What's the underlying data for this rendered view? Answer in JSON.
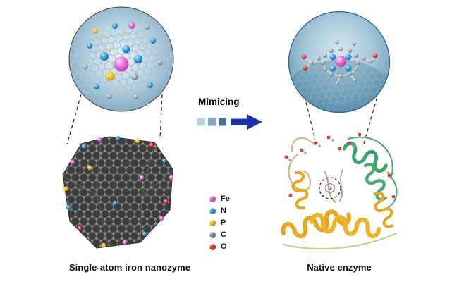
{
  "figure": {
    "type": "scientific-schematic",
    "description_left": "single-atom iron nanozyme with zoomed Fe-N-P site",
    "description_right": "native enzyme protein with zoomed heme site"
  },
  "arrow": {
    "label": "Mimicing",
    "color": "#1b2fa8",
    "gradient_steps": [
      "#b9d3e6",
      "#7fa8cc",
      "#41729f"
    ]
  },
  "legend": {
    "items": [
      {
        "symbol": "Fe",
        "color": "#e35fd0"
      },
      {
        "symbol": "N",
        "color": "#2e9ad8"
      },
      {
        "symbol": "P",
        "color": "#f2c11e"
      },
      {
        "symbol": "C",
        "color": "#8f8f8f"
      },
      {
        "symbol": "O",
        "color": "#ea3530"
      }
    ]
  },
  "captions": {
    "left": "Single-atom iron nanozyme",
    "right": "Native enzyme"
  }
}
